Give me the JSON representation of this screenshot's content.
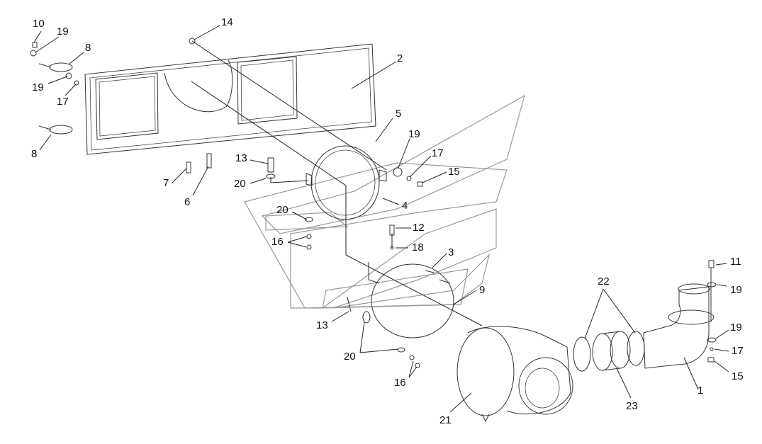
{
  "labels": [
    {
      "text": "10"
    },
    {
      "text": "19"
    },
    {
      "text": "8"
    },
    {
      "text": "19"
    },
    {
      "text": "17"
    },
    {
      "text": "8"
    },
    {
      "text": "14"
    },
    {
      "text": "2"
    },
    {
      "text": "5"
    },
    {
      "text": "19"
    },
    {
      "text": "17"
    },
    {
      "text": "15"
    },
    {
      "text": "13"
    },
    {
      "text": "20"
    },
    {
      "text": "7"
    },
    {
      "text": "6"
    },
    {
      "text": "4"
    },
    {
      "text": "20"
    },
    {
      "text": "16"
    },
    {
      "text": "12"
    },
    {
      "text": "18"
    },
    {
      "text": "3"
    },
    {
      "text": "9"
    },
    {
      "text": "13"
    },
    {
      "text": "20"
    },
    {
      "text": "16"
    },
    {
      "text": "21"
    },
    {
      "text": "22"
    },
    {
      "text": "23"
    },
    {
      "text": "1"
    },
    {
      "text": "11"
    },
    {
      "text": "19"
    },
    {
      "text": "19"
    },
    {
      "text": "17"
    },
    {
      "text": "15"
    }
  ]
}
